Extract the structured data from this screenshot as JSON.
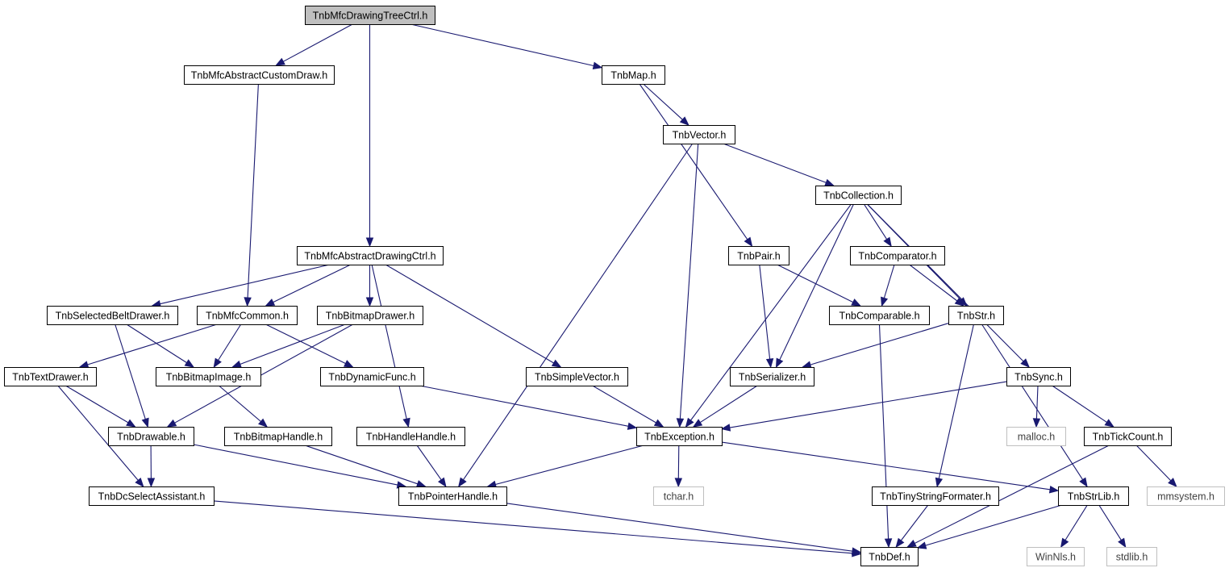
{
  "graph": {
    "nodes": [
      {
        "id": "root",
        "label": "TnbMfcDrawingTreeCtrl.h",
        "kind": "root"
      },
      {
        "id": "customdraw",
        "label": "TnbMfcAbstractCustomDraw.h",
        "kind": "normal"
      },
      {
        "id": "map",
        "label": "TnbMap.h",
        "kind": "normal"
      },
      {
        "id": "vector",
        "label": "TnbVector.h",
        "kind": "normal"
      },
      {
        "id": "collection",
        "label": "TnbCollection.h",
        "kind": "normal"
      },
      {
        "id": "abstractctrl",
        "label": "TnbMfcAbstractDrawingCtrl.h",
        "kind": "normal"
      },
      {
        "id": "pair",
        "label": "TnbPair.h",
        "kind": "normal"
      },
      {
        "id": "comparator",
        "label": "TnbComparator.h",
        "kind": "normal"
      },
      {
        "id": "beltdrawer",
        "label": "TnbSelectedBeltDrawer.h",
        "kind": "normal"
      },
      {
        "id": "mfccommon",
        "label": "TnbMfcCommon.h",
        "kind": "normal"
      },
      {
        "id": "bitmapdrawer",
        "label": "TnbBitmapDrawer.h",
        "kind": "normal"
      },
      {
        "id": "comparable",
        "label": "TnbComparable.h",
        "kind": "normal"
      },
      {
        "id": "str",
        "label": "TnbStr.h",
        "kind": "normal"
      },
      {
        "id": "textdrawer",
        "label": "TnbTextDrawer.h",
        "kind": "normal"
      },
      {
        "id": "bitmapimage",
        "label": "TnbBitmapImage.h",
        "kind": "normal"
      },
      {
        "id": "dynamicfunc",
        "label": "TnbDynamicFunc.h",
        "kind": "normal"
      },
      {
        "id": "simplevector",
        "label": "TnbSimpleVector.h",
        "kind": "normal"
      },
      {
        "id": "serializer",
        "label": "TnbSerializer.h",
        "kind": "normal"
      },
      {
        "id": "sync",
        "label": "TnbSync.h",
        "kind": "normal"
      },
      {
        "id": "drawable",
        "label": "TnbDrawable.h",
        "kind": "normal"
      },
      {
        "id": "bitmaphandle",
        "label": "TnbBitmapHandle.h",
        "kind": "normal"
      },
      {
        "id": "handlehandle",
        "label": "TnbHandleHandle.h",
        "kind": "normal"
      },
      {
        "id": "exception",
        "label": "TnbException.h",
        "kind": "normal"
      },
      {
        "id": "malloc",
        "label": "malloc.h",
        "kind": "system"
      },
      {
        "id": "tickcount",
        "label": "TnbTickCount.h",
        "kind": "normal"
      },
      {
        "id": "dcselect",
        "label": "TnbDcSelectAssistant.h",
        "kind": "normal"
      },
      {
        "id": "pointerhandle",
        "label": "TnbPointerHandle.h",
        "kind": "normal"
      },
      {
        "id": "tchar",
        "label": "tchar.h",
        "kind": "system"
      },
      {
        "id": "tinystring",
        "label": "TnbTinyStringFormater.h",
        "kind": "normal"
      },
      {
        "id": "strlib",
        "label": "TnbStrLib.h",
        "kind": "normal"
      },
      {
        "id": "mmsystem",
        "label": "mmsystem.h",
        "kind": "system"
      },
      {
        "id": "def",
        "label": "TnbDef.h",
        "kind": "normal"
      },
      {
        "id": "winnls",
        "label": "WinNls.h",
        "kind": "system"
      },
      {
        "id": "stdlib",
        "label": "stdlib.h",
        "kind": "system"
      }
    ],
    "edges": [
      [
        "root",
        "customdraw"
      ],
      [
        "root",
        "abstractctrl"
      ],
      [
        "root",
        "map"
      ],
      [
        "customdraw",
        "mfccommon"
      ],
      [
        "map",
        "vector"
      ],
      [
        "map",
        "pair"
      ],
      [
        "vector",
        "collection"
      ],
      [
        "vector",
        "exception"
      ],
      [
        "vector",
        "pointerhandle"
      ],
      [
        "collection",
        "exception"
      ],
      [
        "collection",
        "serializer"
      ],
      [
        "collection",
        "comparator"
      ],
      [
        "collection",
        "str"
      ],
      [
        "collection",
        "sync"
      ],
      [
        "abstractctrl",
        "beltdrawer"
      ],
      [
        "abstractctrl",
        "mfccommon"
      ],
      [
        "abstractctrl",
        "bitmapdrawer"
      ],
      [
        "abstractctrl",
        "handlehandle"
      ],
      [
        "abstractctrl",
        "simplevector"
      ],
      [
        "pair",
        "serializer"
      ],
      [
        "pair",
        "comparable"
      ],
      [
        "comparator",
        "comparable"
      ],
      [
        "comparator",
        "str"
      ],
      [
        "beltdrawer",
        "bitmapimage"
      ],
      [
        "beltdrawer",
        "drawable"
      ],
      [
        "mfccommon",
        "textdrawer"
      ],
      [
        "mfccommon",
        "bitmapimage"
      ],
      [
        "mfccommon",
        "dynamicfunc"
      ],
      [
        "bitmapdrawer",
        "bitmapimage"
      ],
      [
        "bitmapdrawer",
        "drawable"
      ],
      [
        "comparable",
        "def"
      ],
      [
        "str",
        "serializer"
      ],
      [
        "str",
        "tinystring"
      ],
      [
        "str",
        "strlib"
      ],
      [
        "textdrawer",
        "drawable"
      ],
      [
        "textdrawer",
        "dcselect"
      ],
      [
        "bitmapimage",
        "bitmaphandle"
      ],
      [
        "dynamicfunc",
        "exception"
      ],
      [
        "simplevector",
        "exception"
      ],
      [
        "serializer",
        "exception"
      ],
      [
        "sync",
        "exception"
      ],
      [
        "sync",
        "malloc"
      ],
      [
        "sync",
        "tickcount"
      ],
      [
        "drawable",
        "dcselect"
      ],
      [
        "drawable",
        "pointerhandle"
      ],
      [
        "bitmaphandle",
        "pointerhandle"
      ],
      [
        "handlehandle",
        "pointerhandle"
      ],
      [
        "exception",
        "pointerhandle"
      ],
      [
        "exception",
        "tchar"
      ],
      [
        "exception",
        "strlib"
      ],
      [
        "tickcount",
        "def"
      ],
      [
        "tickcount",
        "mmsystem"
      ],
      [
        "dcselect",
        "def"
      ],
      [
        "pointerhandle",
        "def"
      ],
      [
        "tinystring",
        "def"
      ],
      [
        "strlib",
        "def"
      ],
      [
        "strlib",
        "winnls"
      ],
      [
        "strlib",
        "stdlib"
      ]
    ]
  }
}
